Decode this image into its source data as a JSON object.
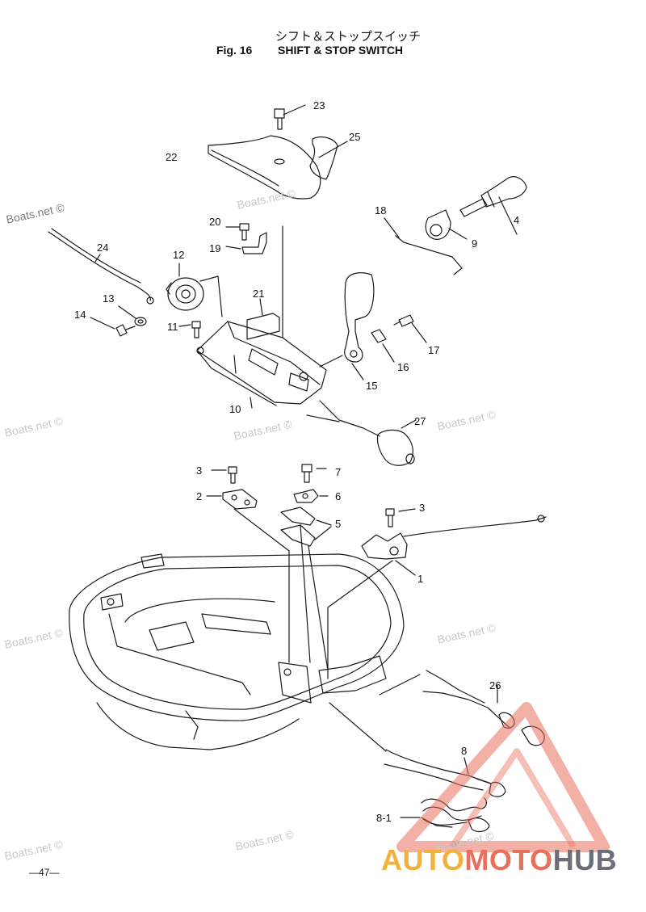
{
  "title": {
    "japanese": "シフト＆ストップスイッチ",
    "fig": "Fig. 16",
    "english": "SHIFT & STOP SWITCH"
  },
  "callouts": {
    "p23": "23",
    "p25": "25",
    "p22": "22",
    "p4": "4",
    "p18": "18",
    "p20": "20",
    "p19": "19",
    "p9": "9",
    "p24": "24",
    "p12": "12",
    "p21": "21",
    "p13": "13",
    "p14": "14",
    "p11": "11",
    "p17": "17",
    "p16": "16",
    "p15": "15",
    "p10": "10",
    "p27": "27",
    "p3a": "3",
    "p7": "7",
    "p2": "2",
    "p6": "6",
    "p3b": "3",
    "p5": "5",
    "p1": "1",
    "p26": "26",
    "p8": "8",
    "p8_1": "8-1"
  },
  "watermark": "Boats.net ©",
  "page_number": "—47—",
  "brand": {
    "part1": "AUTO",
    "part2": "MOTO",
    "part3": "HUB"
  },
  "colors": {
    "brand_yellow": "#f2b13b",
    "brand_red": "#e8705d",
    "brand_gray": "#6c6f77",
    "line": "#1a1a1a"
  }
}
